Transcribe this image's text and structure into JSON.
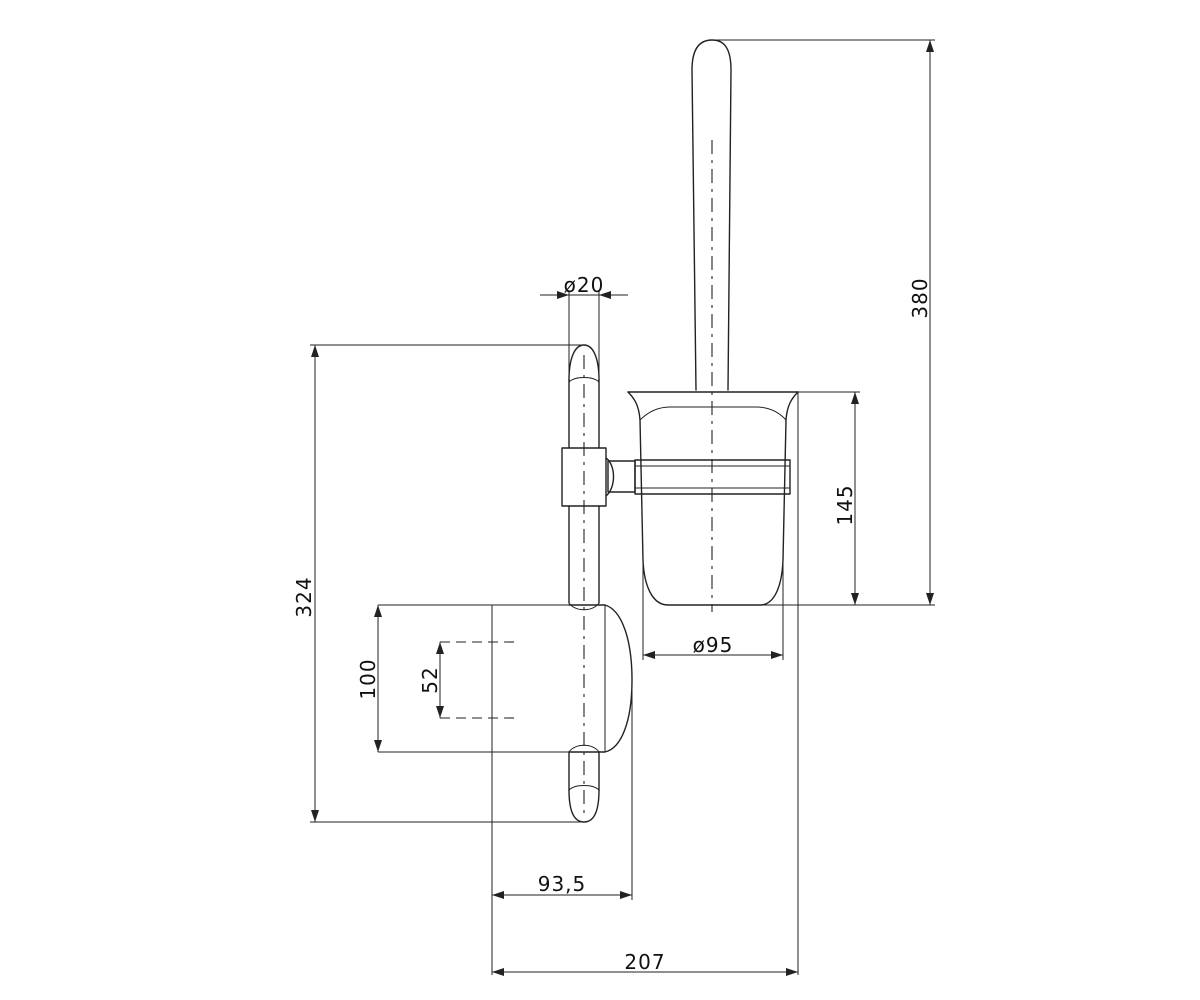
{
  "dimensions": {
    "height_total": "380",
    "tube_diameter": "ø20",
    "height_rail": "324",
    "height_cup": "145",
    "cup_diameter": "ø95",
    "bracket_height": "100",
    "hole_spacing": "52",
    "depth_bracket": "93,5",
    "depth_total": "207"
  }
}
